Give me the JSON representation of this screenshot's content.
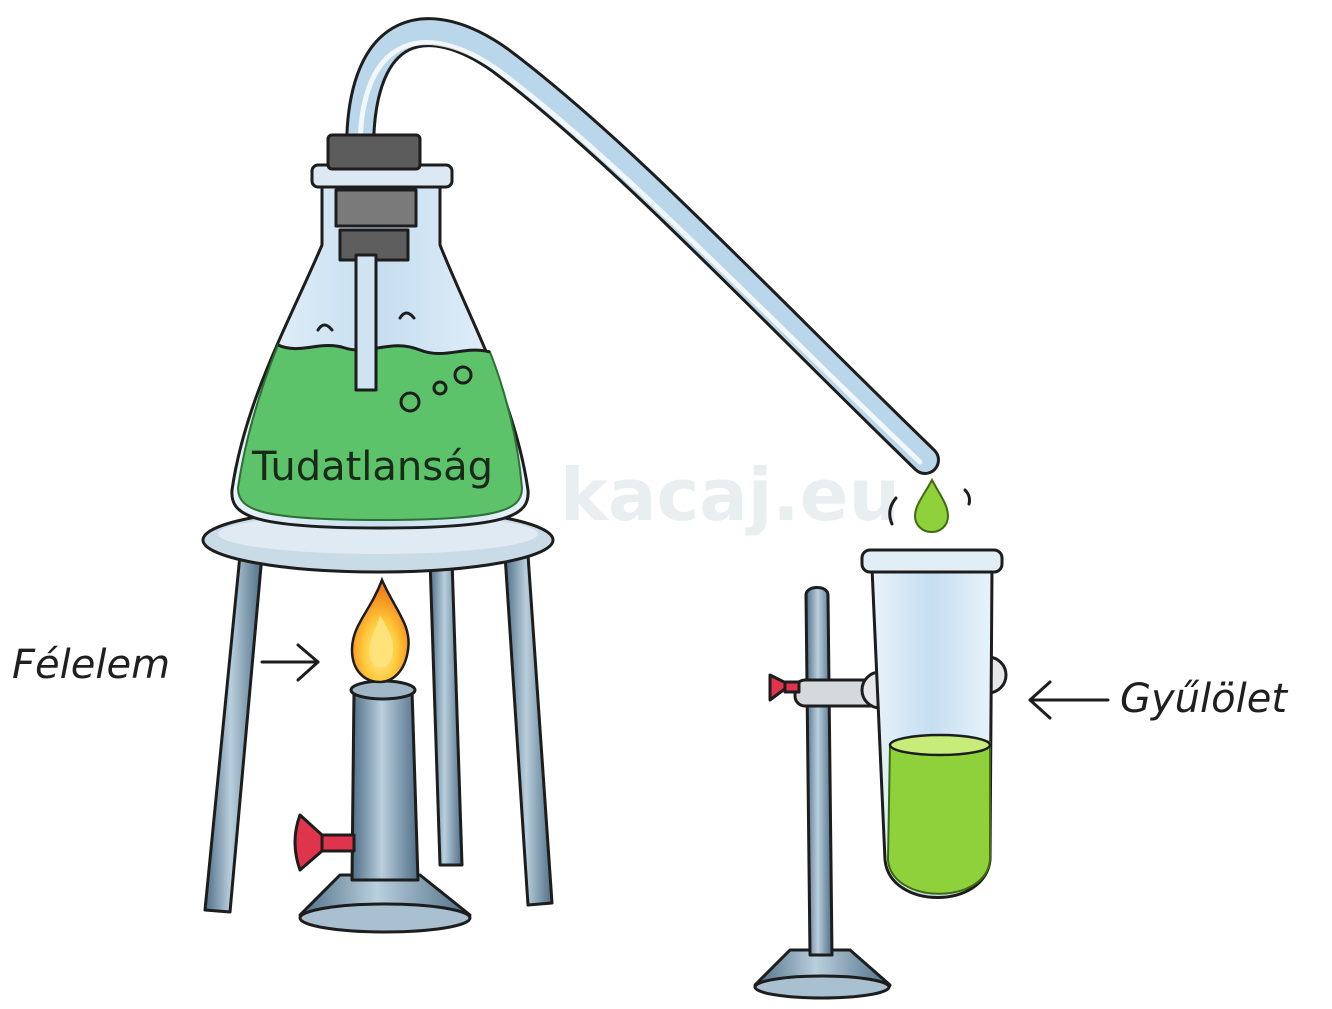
{
  "labels": {
    "flask_content": "Tudatlanság",
    "burner": "Félelem",
    "test_tube": "Gyűlölet",
    "watermark": "kacaj.eu"
  },
  "colors": {
    "liquid_green": "#5cc36a",
    "tube_liquid": "#8fd13a",
    "glass_blue": "#cfe6f5",
    "metal_blue": "#6f8ea6",
    "flame_orange": "#f29a1b",
    "valve_red": "#e0344c"
  }
}
